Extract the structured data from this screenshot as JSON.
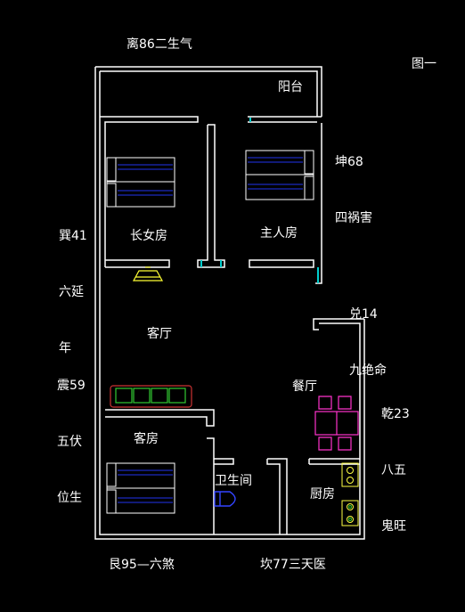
{
  "colors": {
    "background": "#000000",
    "wall": "#ffffff",
    "bed": "#2233ee",
    "hood": "#ffff33",
    "sofa": "#cc3333",
    "dining": "#ff33cc",
    "kitchen_fixture": "#ffff44",
    "toilet": "#3344ff",
    "door": "#00cccc"
  },
  "figure_label": "图一",
  "directions": {
    "top": "离86二生气",
    "right_upper": [
      "坤68",
      "四祸害"
    ],
    "left_upper": [
      "巽41",
      "六延",
      "年"
    ],
    "right_middle": [
      "兑14",
      "九绝命"
    ],
    "left_middle": [
      "震59",
      "五伏",
      "位生"
    ],
    "right_lower": [
      "乾23",
      "八五",
      "鬼旺"
    ],
    "bottom_left": "艮95—六煞",
    "bottom_right": "坎77三天医"
  },
  "rooms": {
    "balcony": "阳台",
    "eldest_daughter_room": "长女房",
    "master_room": "主人房",
    "living_room": "客厅",
    "dining_room": "餐厅",
    "guest_room": "客房",
    "bathroom": "卫生间",
    "kitchen": "厨房"
  },
  "icons": [
    "bed-icon",
    "range-hood-icon",
    "sofa-icon",
    "dining-table-icon",
    "toilet-icon",
    "sink-icon",
    "stove-icon"
  ]
}
